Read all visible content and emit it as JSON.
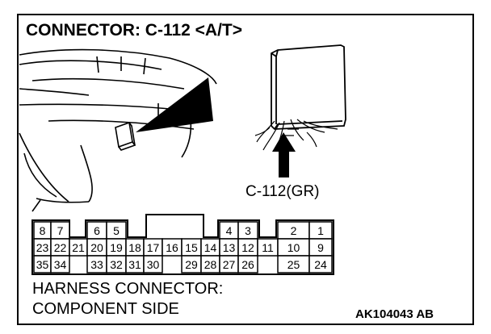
{
  "title": "CONNECTOR: C-112 <A/T>",
  "component_label": "C-112(GR)",
  "caption_line1": "HARNESS CONNECTOR:",
  "caption_line2": "COMPONENT SIDE",
  "figure_code": "AK104043 AB",
  "connector": {
    "row1": [
      "8",
      "7",
      "6",
      "5",
      "4",
      "3",
      "2",
      "1"
    ],
    "row2": [
      "23",
      "22",
      "21",
      "20",
      "19",
      "18",
      "17",
      "16",
      "15",
      "14",
      "13",
      "12",
      "11",
      "10",
      "9"
    ],
    "row3": [
      "35",
      "34",
      "33",
      "32",
      "31",
      "30",
      "29",
      "28",
      "27",
      "26",
      "25",
      "24"
    ]
  }
}
